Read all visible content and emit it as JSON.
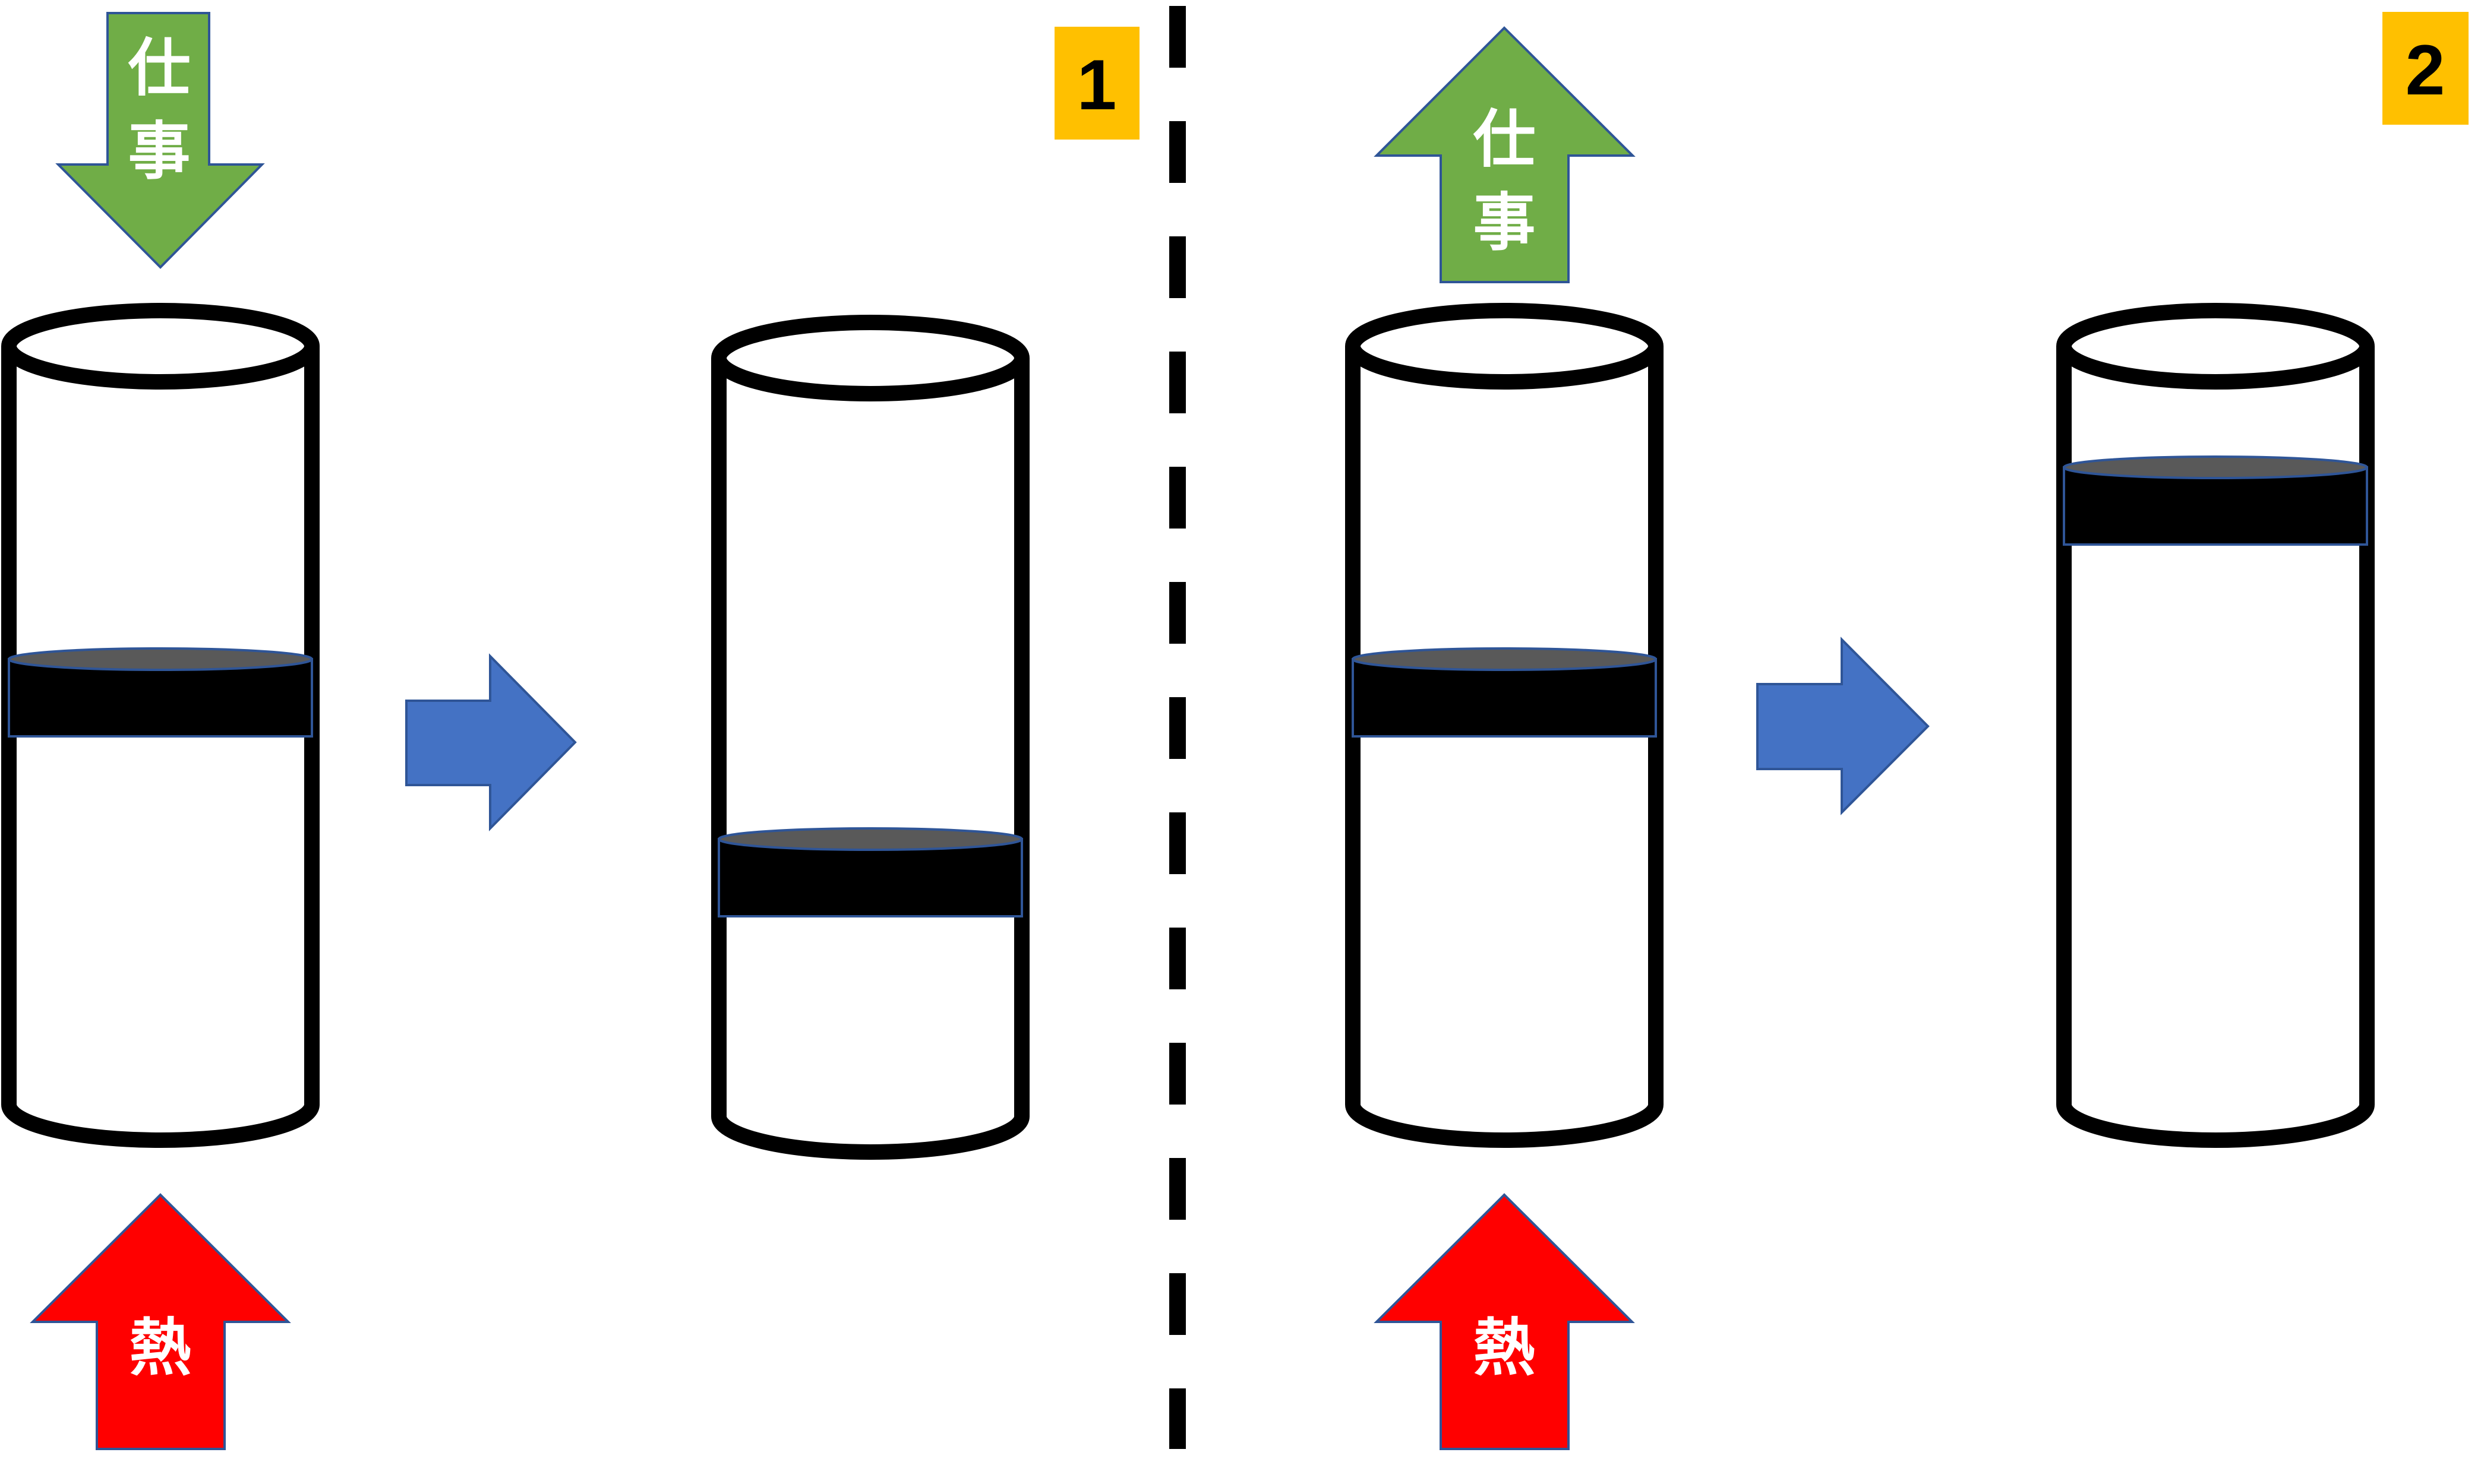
{
  "panels": [
    {
      "badge": "1",
      "work_label": [
        "仕",
        "事"
      ],
      "work_direction": "down",
      "heat_label": "熱"
    },
    {
      "badge": "2",
      "work_label": [
        "仕",
        "事"
      ],
      "work_direction": "up",
      "heat_label": "熱"
    }
  ],
  "colors": {
    "work_arrow": "#70AD47",
    "heat_arrow": "#FF0000",
    "transition_arrow": "#4472C4",
    "badge": "#FFC000",
    "piston": "#000000",
    "piston_top": "#595959",
    "outline_blue": "#2F5597"
  },
  "icons": [
    "work-arrow-icon",
    "heat-arrow-icon",
    "transition-arrow-icon",
    "cylinder-icon",
    "piston-icon"
  ]
}
